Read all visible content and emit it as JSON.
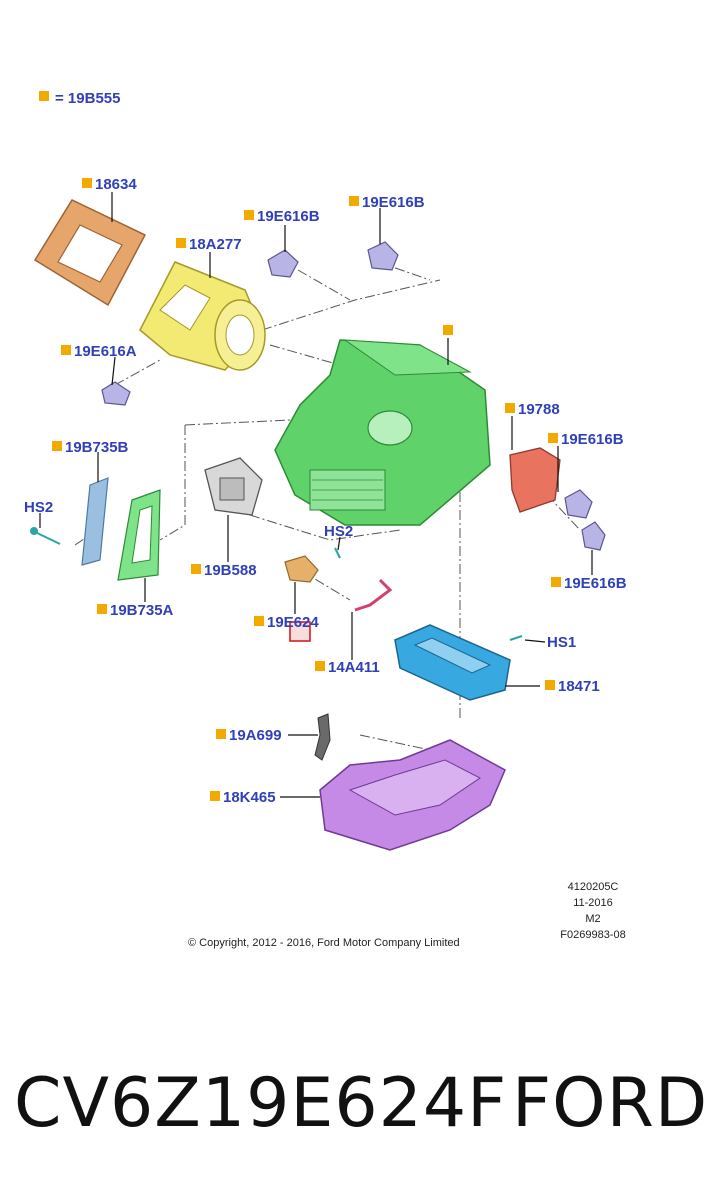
{
  "legend": {
    "text": "= 19B555",
    "marker_color": "#f2a900"
  },
  "callouts": [
    {
      "id": "18634",
      "text": "18634"
    },
    {
      "id": "18A277",
      "text": "18A277"
    },
    {
      "id": "19E616B-a",
      "text": "19E616B"
    },
    {
      "id": "19E616B-b",
      "text": "19E616B"
    },
    {
      "id": "blank",
      "text": ""
    },
    {
      "id": "19E616A",
      "text": "19E616A"
    },
    {
      "id": "19788",
      "text": "19788"
    },
    {
      "id": "19E616B-c",
      "text": "19E616B"
    },
    {
      "id": "19B735B",
      "text": "19B735B"
    },
    {
      "id": "HS2-a",
      "text": "HS2"
    },
    {
      "id": "HS2-b",
      "text": "HS2"
    },
    {
      "id": "19B588",
      "text": "19B588"
    },
    {
      "id": "19E616B-d",
      "text": "19E616B"
    },
    {
      "id": "19B735A",
      "text": "19B735A"
    },
    {
      "id": "19E624",
      "text": "19E624"
    },
    {
      "id": "HS1",
      "text": "HS1"
    },
    {
      "id": "14A411",
      "text": "14A411"
    },
    {
      "id": "18471",
      "text": "18471"
    },
    {
      "id": "19A699",
      "text": "19A699"
    },
    {
      "id": "18K465",
      "text": "18K465"
    }
  ],
  "drawing_info": {
    "line1": "4120205C",
    "line2": "11-2016",
    "line3": "M2",
    "line4": "F0269983-08"
  },
  "copyright": "© Copyright, 2012 - 2016, Ford Motor Company Limited",
  "part_number": "CV6Z19E624F",
  "brand": "FORD",
  "colors": {
    "callout_text": "#3040b8",
    "marker": "#f2a900",
    "highlight": "#d81e1e",
    "housing_green": "#5fd36a",
    "blower_yellow": "#f2ea72",
    "seal_orange": "#e6a56a",
    "case_purple": "#c48ae6",
    "duct_blue": "#37a8e0",
    "actuator_red": "#e8735e"
  }
}
